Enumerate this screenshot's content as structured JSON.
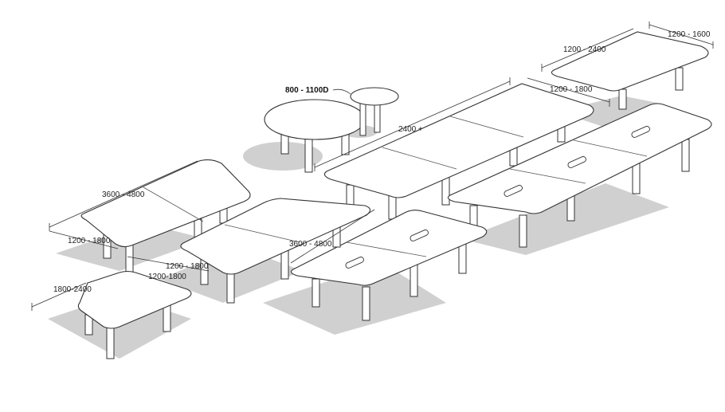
{
  "diagram": {
    "labels": {
      "round_diameter": "800 - 1100D",
      "top_right_length": "1200 - 1600",
      "top_right_width": "1200 - 2400",
      "center_width": "1200 - 1800",
      "center_length": "2400 +",
      "left_top_length": "3600 - 4800",
      "left_top_width": "1200 - 1800",
      "left_mid_width": "1200 - 1800",
      "left_mid_width_alt": "1200-1800",
      "mid_length": "3600 - 4800",
      "small_length": "1800-2400"
    },
    "colors": {
      "line": "#333333",
      "shadow": "#d0d0d0",
      "background": "#ffffff"
    }
  }
}
